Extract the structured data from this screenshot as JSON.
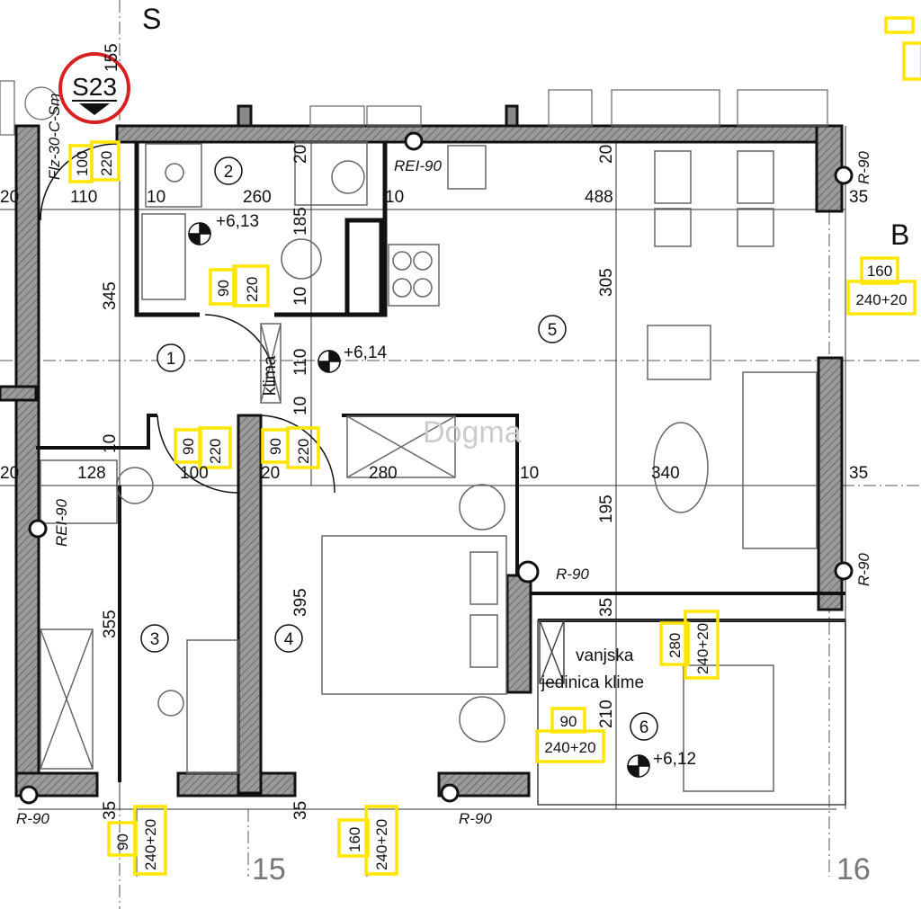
{
  "section_marker": {
    "label": "S23",
    "ref": "Flz-30-C-Sm",
    "dim": "155"
  },
  "grid": {
    "col1": "15",
    "col2": "16",
    "row_b": "B",
    "top_letter": "S"
  },
  "rooms": [
    {
      "num": "1"
    },
    {
      "num": "2"
    },
    {
      "num": "3"
    },
    {
      "num": "4"
    },
    {
      "num": "5"
    },
    {
      "num": "6"
    }
  ],
  "levels": {
    "l1": "+6,13",
    "l2": "+6,14",
    "l3": "+6,12"
  },
  "labels": {
    "klima": "klima",
    "outdoor_unit_line1": "vanjska",
    "outdoor_unit_line2": "jedinica klime",
    "watermark": "Dogma"
  },
  "fire_doors": {
    "rei_top": "REI-90",
    "rei_left": "REI-90",
    "r_right_top": "R-90",
    "r_right_bottom": "R-90",
    "r_mid": "R-90",
    "r_bottom_left": "R-90",
    "r_bottom_mid": "R-90"
  },
  "dimensions": {
    "d20a": "20",
    "d110": "110",
    "d10a": "10",
    "d260": "260",
    "d10b": "10",
    "d488": "488",
    "d35a": "35",
    "d345": "345",
    "d185": "185",
    "d10c": "10",
    "d20b": "20",
    "d20c": "20",
    "d305": "305",
    "d110b": "110",
    "d10d": "10",
    "d10e": "10",
    "d20d": "20",
    "d128": "128",
    "d100": "100",
    "d20e": "20",
    "d280": "280",
    "d10f": "10",
    "d340": "340",
    "d35b": "35",
    "d195": "195",
    "d355": "355",
    "d395": "395",
    "d35c": "35",
    "d210": "210",
    "d35d": "35",
    "d35e": "35"
  },
  "openings": [
    {
      "w": "100",
      "h": "220"
    },
    {
      "w": "90",
      "h": "220"
    },
    {
      "w": "90",
      "h": "220"
    },
    {
      "w": "90",
      "h": "220"
    },
    {
      "w": "160",
      "h": "240+20"
    },
    {
      "w": "280",
      "h": "240+20"
    },
    {
      "w": "90",
      "h": "240+20"
    },
    {
      "w": "90",
      "h": "240+20"
    },
    {
      "w": "160",
      "h": "240+20"
    }
  ]
}
